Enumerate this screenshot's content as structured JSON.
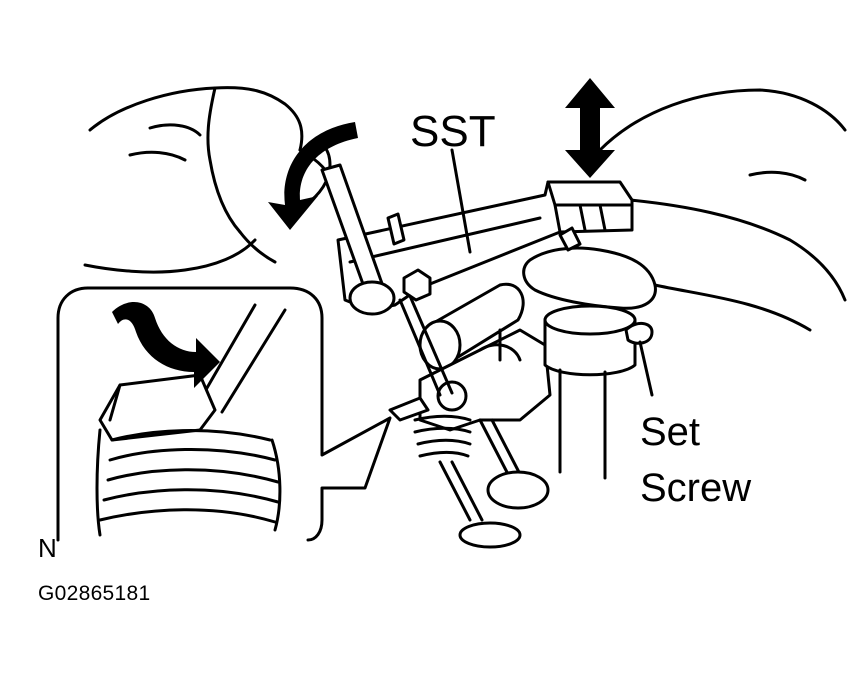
{
  "labels": {
    "sst": "SST",
    "set": "Set",
    "screw": "Screw",
    "corner_mark": "N",
    "figure_code": "G02865181"
  },
  "colors": {
    "ink": "#000000",
    "paper": "#ffffff"
  }
}
